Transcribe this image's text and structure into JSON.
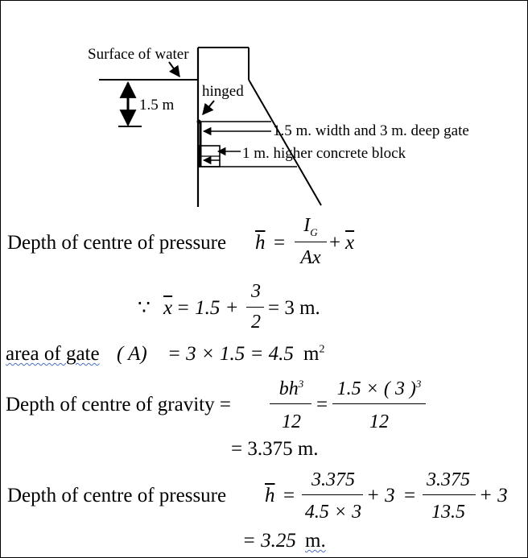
{
  "diagram": {
    "surface_label": "Surface of water",
    "depth_label": "1.5 m",
    "hinge_label": "hinged",
    "gate_label": "1.5 m. width and  3 m. deep gate",
    "block_label": "1 m. higher concrete block"
  },
  "eq1": {
    "text": "Depth of centre of pressure",
    "hbar": "h",
    "eq": "=",
    "num": "I",
    "num_sub": "G",
    "den": "Ax",
    "plus": "+",
    "xbar": "x"
  },
  "eq2": {
    "because": "∵",
    "lhs": "x",
    "mid": "= 1.5 +",
    "num": "3",
    "den": "2",
    "result": "= 3 m."
  },
  "eq3": {
    "text": "area of gate",
    "A": "( A)",
    "rhs": "= 3 × 1.5 = 4.5",
    "unit": "m",
    "unit_sup": "2"
  },
  "eq4": {
    "text": "Depth of centre of gravity =",
    "num1": "bh",
    "num1_sup": "3",
    "den1": "12",
    "eq": "=",
    "num2": "1.5 × ( 3 )",
    "num2_sup": "3",
    "den2": "12",
    "result": "= 3.375 m."
  },
  "eq5": {
    "text": "Depth of centre of pressure",
    "hbar": "h",
    "eq": "=",
    "num1": "3.375",
    "den1": "4.5 × 3",
    "plus1": "+ 3",
    "eq2": "=",
    "num2": "3.375",
    "den2": "13.5",
    "plus2": "+ 3",
    "result_pre": "= 3.25",
    "result_unit": "m."
  }
}
